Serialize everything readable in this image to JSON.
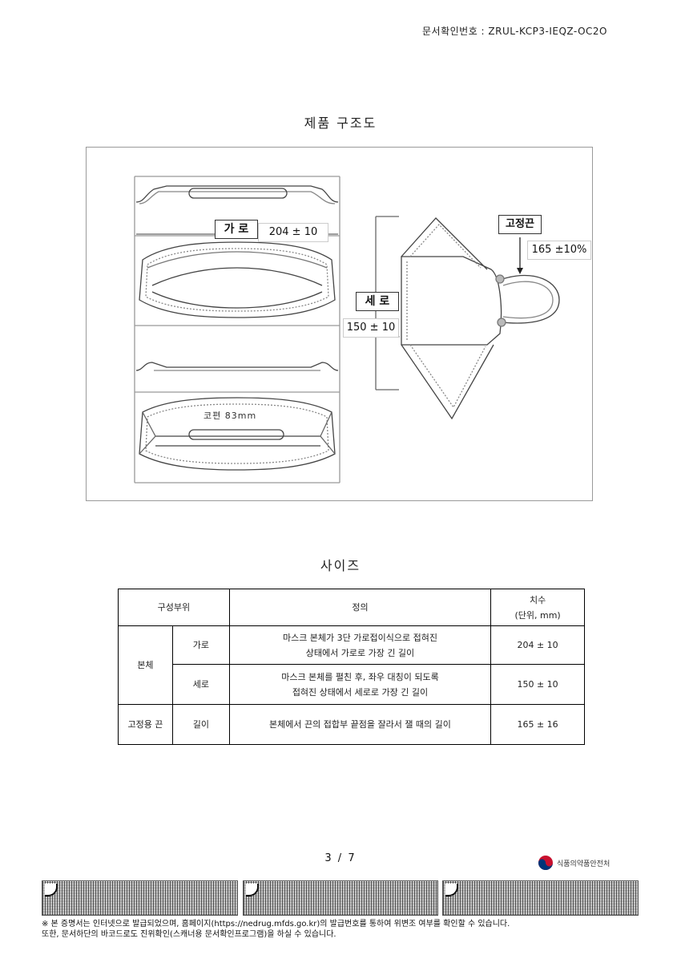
{
  "header": {
    "doc_number": "문서확인번호 : ZRUL-KCP3-IEQZ-OC2O"
  },
  "structure": {
    "title": "제품 구조도",
    "label_width": "가 로",
    "value_width": "204 ± 10",
    "label_height": "세 로",
    "value_height": "150 ± 10",
    "label_strap": "고정끈",
    "value_strap": "165 ±10%",
    "nose_label": "코편 83mm"
  },
  "size": {
    "title": "사이즈",
    "headers": {
      "part": "구성부위",
      "definition": "정의",
      "dimension": "치수",
      "dimension_unit": "(단위, mm)"
    },
    "rows": [
      {
        "group": "본체",
        "part": "가로",
        "definition_1": "마스크 본체가 3단 가로접이식으로 접혀진",
        "definition_2": "상태에서 가로로 가장 긴 길이",
        "value": "204 ± 10"
      },
      {
        "part": "세로",
        "definition_1": "마스크 본체를 펼친 후, 좌우 대칭이 되도록",
        "definition_2": "접혀진 상태에서 세로로 가장 긴 길이",
        "value": "150 ± 10"
      },
      {
        "group": "고정용 끈",
        "part": "길이",
        "definition_1": "본체에서 끈의 접합부 끝점을 잘라서 잴 때의 길이",
        "value": "165 ± 16"
      }
    ]
  },
  "footer": {
    "page": "3 / 7",
    "agency": "식품의약품안전처",
    "note_1": "※ 본 증명서는 인터넷으로 발급되었으며, 홈페이지(https://nedrug.mfds.go.kr)의 발급번호를 통하여 위변조 여부를 확인할 수 있습니다.",
    "note_2": "또한, 문서하단의 바코드로도 진위확인(스캐너용 문서확인프로그램)을 하실 수 있습니다."
  }
}
